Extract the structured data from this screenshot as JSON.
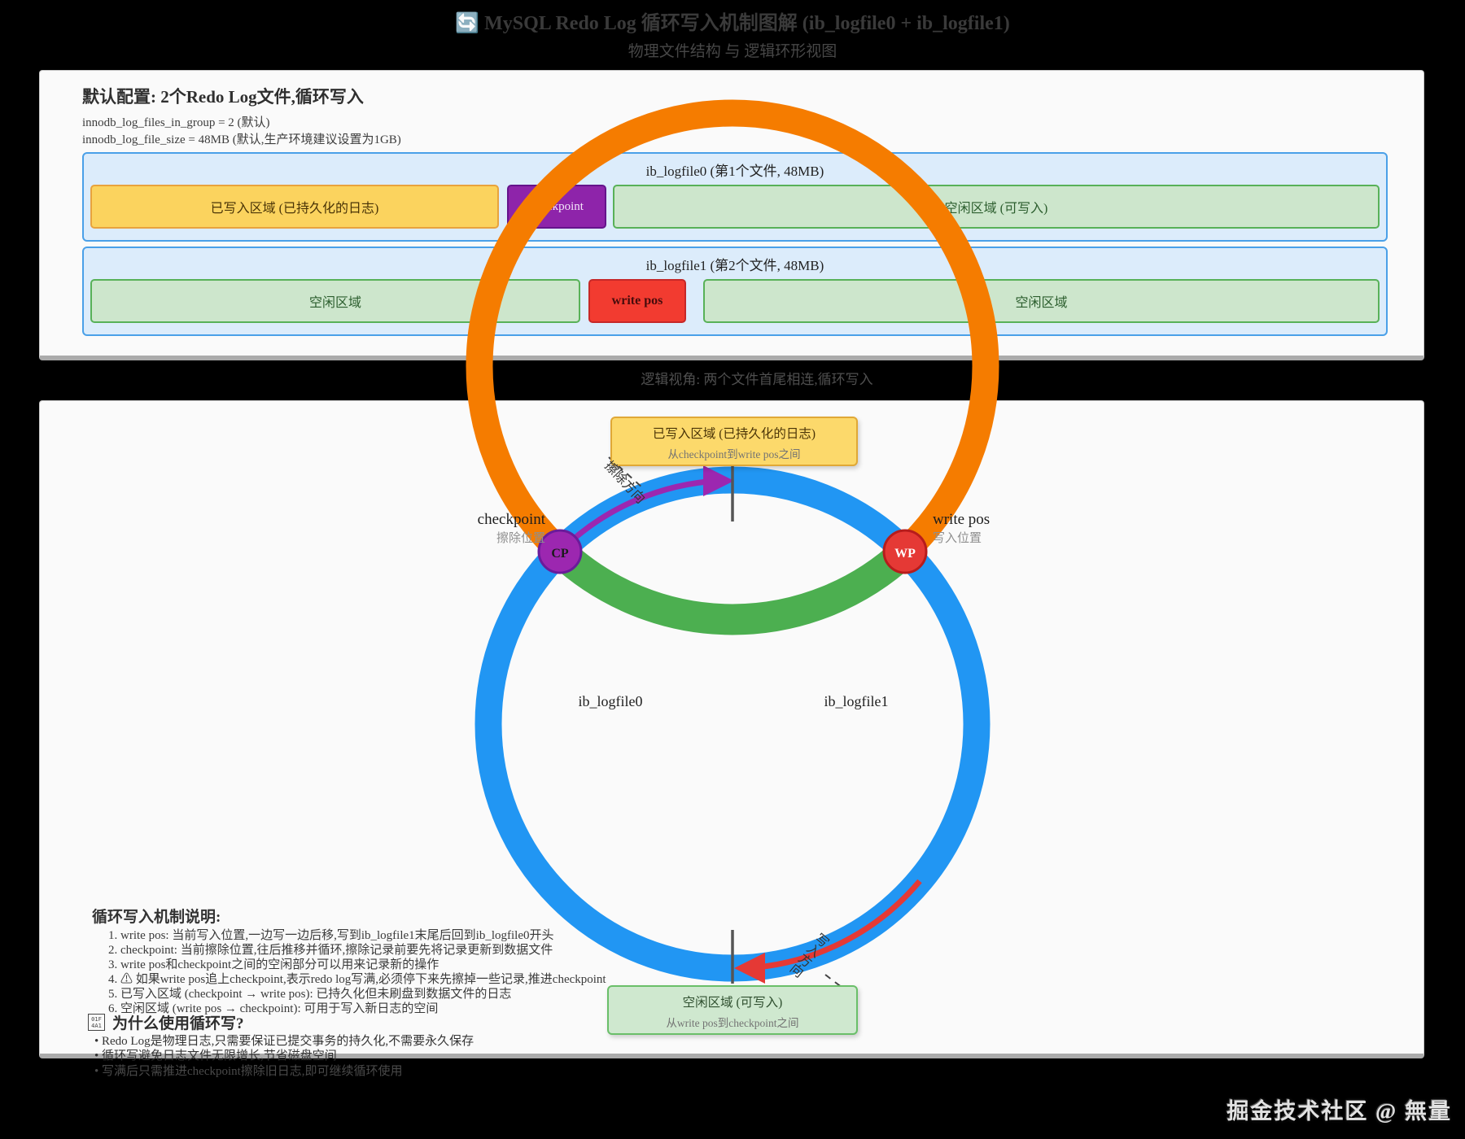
{
  "header": {
    "title": "🔄 MySQL Redo Log 循环写入机制图解 (ib_logfile0 + ib_logfile1)",
    "subtitle": "物理文件结构 与 逻辑环形视图",
    "band_note": "逻辑视角: 两个文件首尾相连,循环写入"
  },
  "top_panel": {
    "heading": "默认配置: 2个Redo Log文件,循环写入",
    "config_lines": [
      "innodb_log_files_in_group = 2 (默认)",
      "innodb_log_file_size = 48MB (默认,生产环境建议设置为1GB)"
    ],
    "logfile0": {
      "title": "ib_logfile0 (第1个文件, 48MB)",
      "segments": [
        {
          "label": "已写入区域 (已持久化的日志)"
        },
        {
          "label": "checkpoint"
        },
        {
          "label": "空闲区域 (可写入)"
        }
      ]
    },
    "logfile1": {
      "title": "ib_logfile1 (第2个文件, 48MB)",
      "segments": [
        {
          "label": "空闲区域"
        },
        {
          "label": "write pos"
        },
        {
          "label": "空闲区域"
        }
      ]
    }
  },
  "diagram": {
    "written_box": {
      "line1": "已写入区域 (已持久化的日志)",
      "line2": "从checkpoint到write pos之间"
    },
    "free_box": {
      "line1": "空闲区域 (可写入)",
      "line2": "从write pos到checkpoint之间"
    },
    "checkpoint": {
      "abbr": "CP",
      "label": "checkpoint",
      "sublabel": "擦除位置"
    },
    "write_pos": {
      "abbr": "WP",
      "label": "write pos",
      "sublabel": "写入位置"
    },
    "erase_direction": "擦除方向",
    "write_direction": "写入方向",
    "file0_label": "ib_logfile0",
    "file1_label": "ib_logfile1"
  },
  "notes": {
    "heading": "循环写入机制说明:",
    "items": [
      "1. write pos: 当前写入位置,一边写一边后移,写到ib_logfile1末尾后回到ib_logfile0开头",
      "2. checkpoint: 当前擦除位置,往后推移并循环,擦除记录前要先将记录更新到数据文件",
      "3. write pos和checkpoint之间的空闲部分可以用来记录新的操作",
      "4. ⚠ 如果write pos追上checkpoint,表示redo log写满,必须停下来先擦掉一些记录,推进checkpoint",
      "5. 已写入区域 (checkpoint → write pos): 已持久化但未刷盘到数据文件的日志",
      "6. 空闲区域 (write pos → checkpoint): 可用于写入新日志的空间"
    ],
    "why_icon": {
      "row1": "01F",
      "row2": "4A1"
    },
    "why_heading": "为什么使用循环写?",
    "bullets": [
      "• Redo Log是物理日志,只需要保证已提交事务的持久化,不需要永久保存",
      "• 循环写避免日志文件无限增长,节省磁盘空间",
      "• 写满后只需推进checkpoint擦除旧日志,即可继续循环使用"
    ]
  },
  "watermark": "掘金技术社区 @ 無量",
  "colors": {
    "orange_ring": "#F57C00",
    "blue_ring": "#2196F3",
    "overlap_green": "#4CAF50",
    "checkpoint_purple": "#9C27B0",
    "writepos_red": "#E53935",
    "written_yellow": "#FBD35E",
    "free_green": "#CDE6CC"
  }
}
